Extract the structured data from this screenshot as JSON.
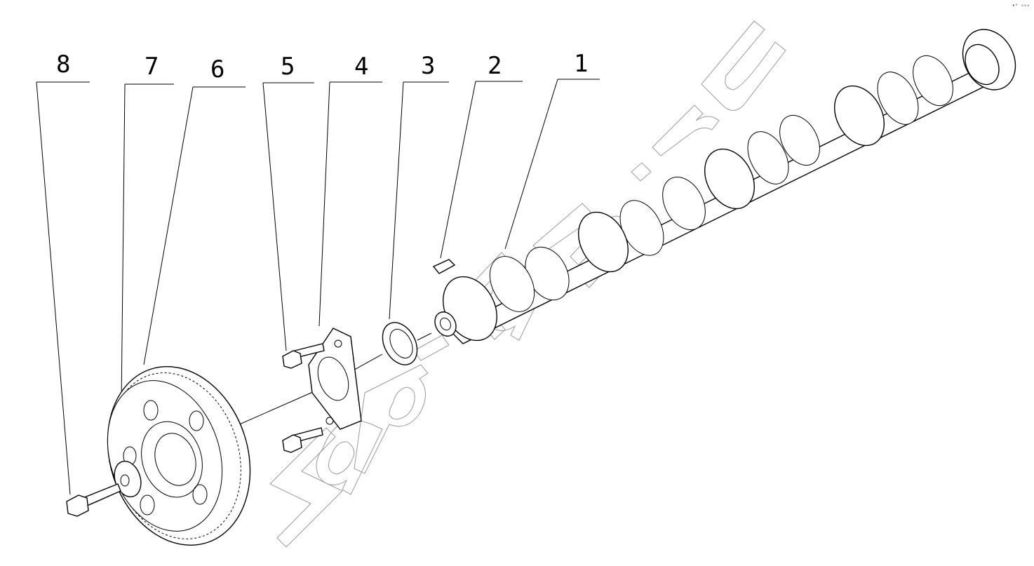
{
  "callouts": [
    {
      "number": "1",
      "part": "camshaft"
    },
    {
      "number": "2",
      "part": "woodruff-key"
    },
    {
      "number": "3",
      "part": "spacer-ring"
    },
    {
      "number": "4",
      "part": "thrust-plate"
    },
    {
      "number": "5",
      "part": "plate-bolt"
    },
    {
      "number": "6",
      "part": "camshaft-gear"
    },
    {
      "number": "7",
      "part": "washer"
    },
    {
      "number": "8",
      "part": "gear-bolt"
    }
  ],
  "watermark": "zapkom.ru",
  "corner_mark": "•ᵒ ∘∘∘",
  "colors": {
    "line": "#000000",
    "watermark": "#9a9a9a",
    "background": "#ffffff"
  }
}
